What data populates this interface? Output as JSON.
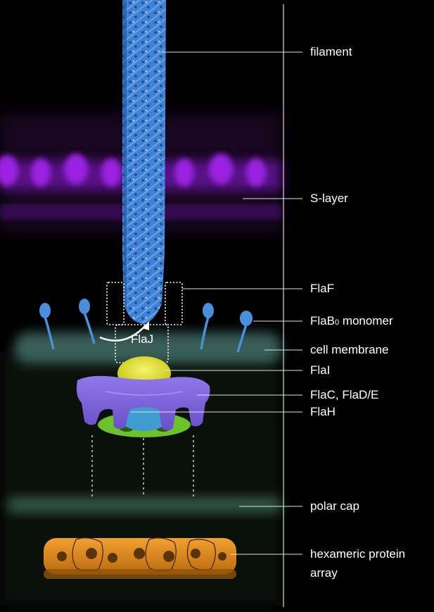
{
  "labels": {
    "filament": "filament",
    "s_layer": "S-layer",
    "flaf": "FlaF",
    "flab0_prefix": "FlaB",
    "flab0_sub": "0",
    "flab0_suffix": " monomer",
    "cell_membrane": "cell membrane",
    "flai": "FlaI",
    "flac_flade": "FlaC, FlaD/E",
    "flah": "FlaH",
    "polar_cap": "polar cap",
    "hexameric_line1": "hexameric protein",
    "hexameric_line2": "array",
    "flaj": "FlaJ"
  },
  "colors": {
    "background": "#000000",
    "filament": "#4a8fdc",
    "s_layer": "#8a1fc9",
    "membrane": "#5f8f86",
    "flai": "#e6e620",
    "flac_flade": "#7a5fd8",
    "flah": "#3f9bd0",
    "green_ring": "#6cc22a",
    "hexameric": "#e08a1a",
    "leader": "#d8d8d8"
  }
}
